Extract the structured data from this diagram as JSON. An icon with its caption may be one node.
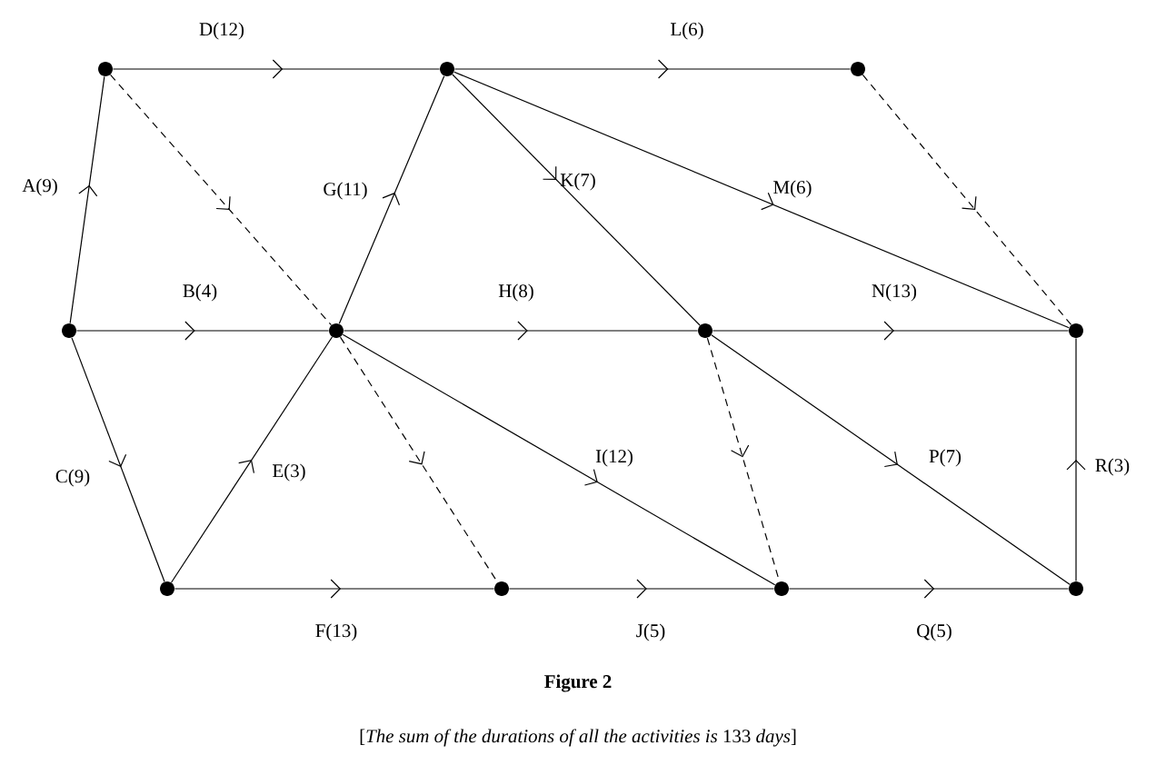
{
  "diagram": {
    "caption": "Figure 2",
    "nodes": [
      {
        "text": [],
        "shape": "circle"
      },
      {
        "text": [],
        "shape": "circle"
      },
      {
        "text": [],
        "shape": "circle"
      },
      {
        "text": [],
        "shape": "circle"
      },
      {
        "text": [],
        "shape": "circle"
      },
      {
        "text": [],
        "shape": "circle"
      },
      {
        "text": [],
        "shape": "circle"
      },
      {
        "text": [],
        "shape": "circle"
      },
      {
        "text": [],
        "shape": "circle"
      },
      {
        "text": [],
        "shape": "circle"
      },
      {
        "text": [],
        "shape": "circle"
      }
    ],
    "edges": [
      {
        "from": 3,
        "to": 0,
        "arrow": "to",
        "label": "A(9)"
      },
      {
        "from": 0,
        "to": 1,
        "arrow": "to",
        "label": "D(12)"
      },
      {
        "from": 1,
        "to": 2,
        "arrow": "to",
        "label": "L(6)"
      },
      {
        "from": 0,
        "to": 4,
        "arrow": "to",
        "style": "dashed"
      },
      {
        "from": 2,
        "to": 6,
        "arrow": "to",
        "style": "dashed"
      },
      {
        "from": 4,
        "to": 1,
        "arrow": "to",
        "label": "G(11)"
      },
      {
        "from": 1,
        "to": 5,
        "arrow": "to",
        "label": "K(7)"
      },
      {
        "from": 1,
        "to": 6,
        "arrow": "to",
        "label": "M(6)"
      },
      {
        "from": 3,
        "to": 4,
        "arrow": "to",
        "label": "B(4)"
      },
      {
        "from": 4,
        "to": 5,
        "arrow": "to",
        "label": "H(8)"
      },
      {
        "from": 5,
        "to": 6,
        "arrow": "to",
        "label": "N(13)"
      },
      {
        "from": 3,
        "to": 7,
        "arrow": "to",
        "label": "C(9)"
      },
      {
        "from": 7,
        "to": 4,
        "arrow": "to",
        "label": "E(3)"
      },
      {
        "from": 4,
        "to": 9,
        "arrow": "to",
        "label": "I(12)"
      },
      {
        "from": 4,
        "to": 8,
        "arrow": "to",
        "style": "dashed"
      },
      {
        "from": 5,
        "to": 9,
        "arrow": "to",
        "style": "dashed"
      },
      {
        "from": 5,
        "to": 10,
        "arrow": "to",
        "label": "P(7)"
      },
      {
        "from": 10,
        "to": 6,
        "arrow": "to",
        "label": "R(3)"
      },
      {
        "from": 7,
        "to": 8,
        "arrow": "to",
        "label": "F(13)"
      },
      {
        "from": 8,
        "to": 9,
        "arrow": "to",
        "label": "J(5)"
      },
      {
        "from": 9,
        "to": 10,
        "arrow": "to",
        "label": "Q(5)"
      }
    ],
    "labels": [
      "[*The sum of the durations of all the activities is* 133 *days*]"
    ]
  }
}
